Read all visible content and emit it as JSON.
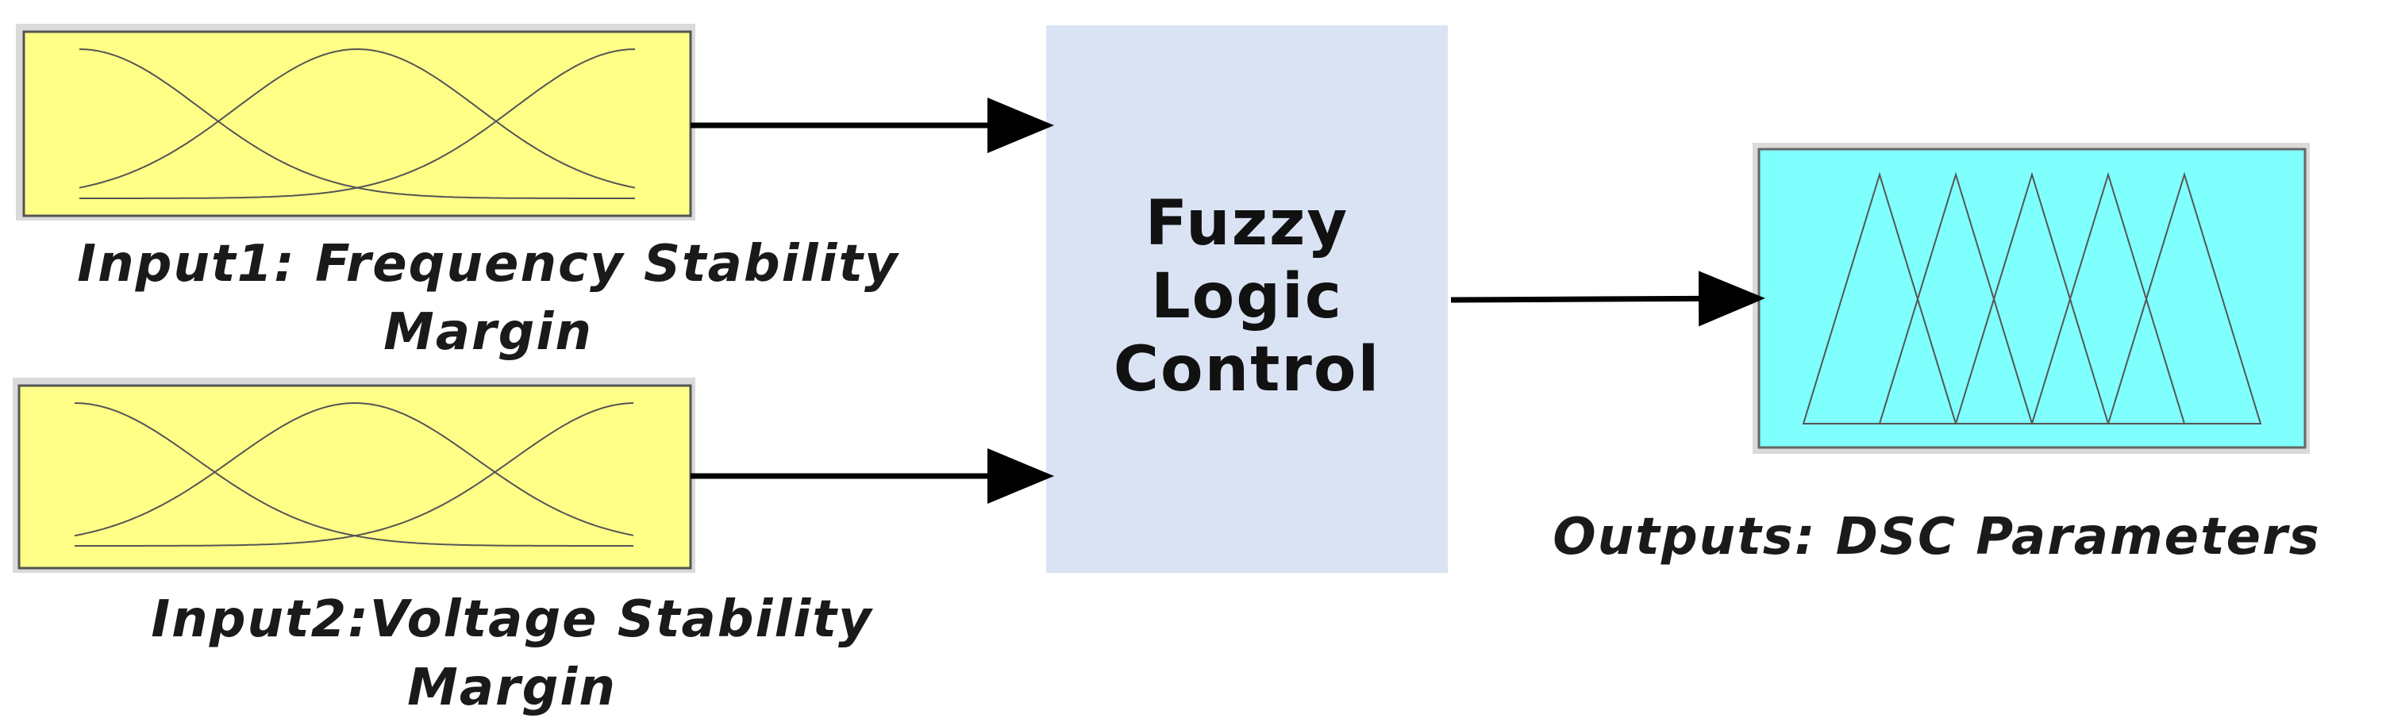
{
  "colors": {
    "input_box_fill": "#ffff88",
    "input_box_border": "#555555",
    "input_box_shadow": "#dadada",
    "controller_fill": "#dae3f3",
    "output_box_fill": "#80ffff",
    "curve_color": "#555555",
    "arrow_color": "#000000"
  },
  "blocks": {
    "input1": {
      "caption_line1": "Input1: Frequency Stability",
      "caption_line2": "Margin",
      "membership_shape": "gaussian",
      "membership_count": 3
    },
    "input2": {
      "caption_line1": "Input2:Voltage Stability",
      "caption_line2": "Margin",
      "membership_shape": "gaussian",
      "membership_count": 3
    },
    "controller": {
      "line1": "Fuzzy",
      "line2": "Logic",
      "line3": "Control"
    },
    "output": {
      "caption": "Outputs: DSC Parameters",
      "membership_shape": "triangular",
      "membership_count": 5
    }
  },
  "connections": [
    {
      "from": "input1",
      "to": "controller"
    },
    {
      "from": "input2",
      "to": "controller"
    },
    {
      "from": "controller",
      "to": "output"
    }
  ]
}
